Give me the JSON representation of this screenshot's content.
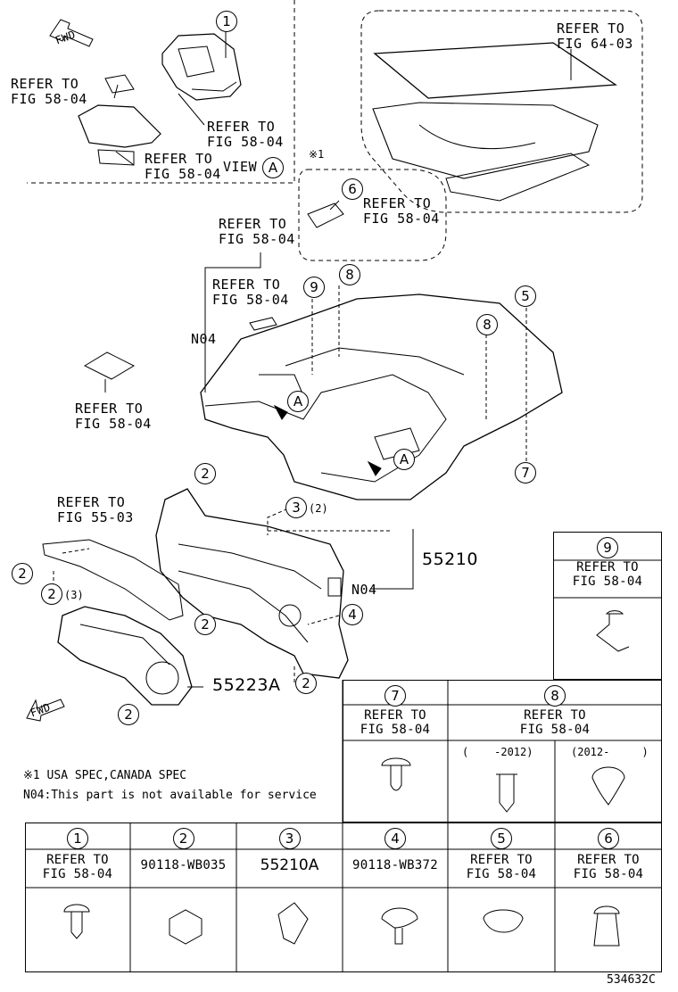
{
  "fwd_label": "FWD",
  "view_label": "VIEW",
  "view_letter": "A",
  "ref_58": "REFER TO\nFIG 58-04",
  "ref_64": "REFER TO\nFIG 64-03",
  "ref_55": "REFER TO\nFIG 55-03",
  "note_mark": "※1",
  "n04_label": "N04",
  "part_55210": "55210",
  "part_55223A": "55223A",
  "qty_2": "(2)",
  "qty_3": "(3)",
  "notes": {
    "line1": "※1 USA SPEC,CANADA SPEC",
    "line2": "N04:This part is not available for service"
  },
  "nums": [
    "1",
    "2",
    "3",
    "4",
    "5",
    "6",
    "7",
    "8",
    "9"
  ],
  "table_top": {
    "col7": {
      "num": "7",
      "value": "REFER TO\nFIG 58-04"
    },
    "col8": {
      "num": "8",
      "value": "REFER TO\nFIG 58-04",
      "sub_a": "(    -2012)",
      "sub_b": "(2012-     )"
    }
  },
  "table_9": {
    "num": "9",
    "value": "REFER TO\nFIG 58-04"
  },
  "table_bottom": [
    {
      "num": "1",
      "value": "REFER TO\nFIG 58-04"
    },
    {
      "num": "2",
      "value": "90118-WB035"
    },
    {
      "num": "3",
      "value": "55210A"
    },
    {
      "num": "4",
      "value": "90118-WB372"
    },
    {
      "num": "5",
      "value": "REFER TO\nFIG 58-04"
    },
    {
      "num": "6",
      "value": "REFER TO\nFIG 58-04"
    }
  ],
  "diagram_id": "534632C"
}
